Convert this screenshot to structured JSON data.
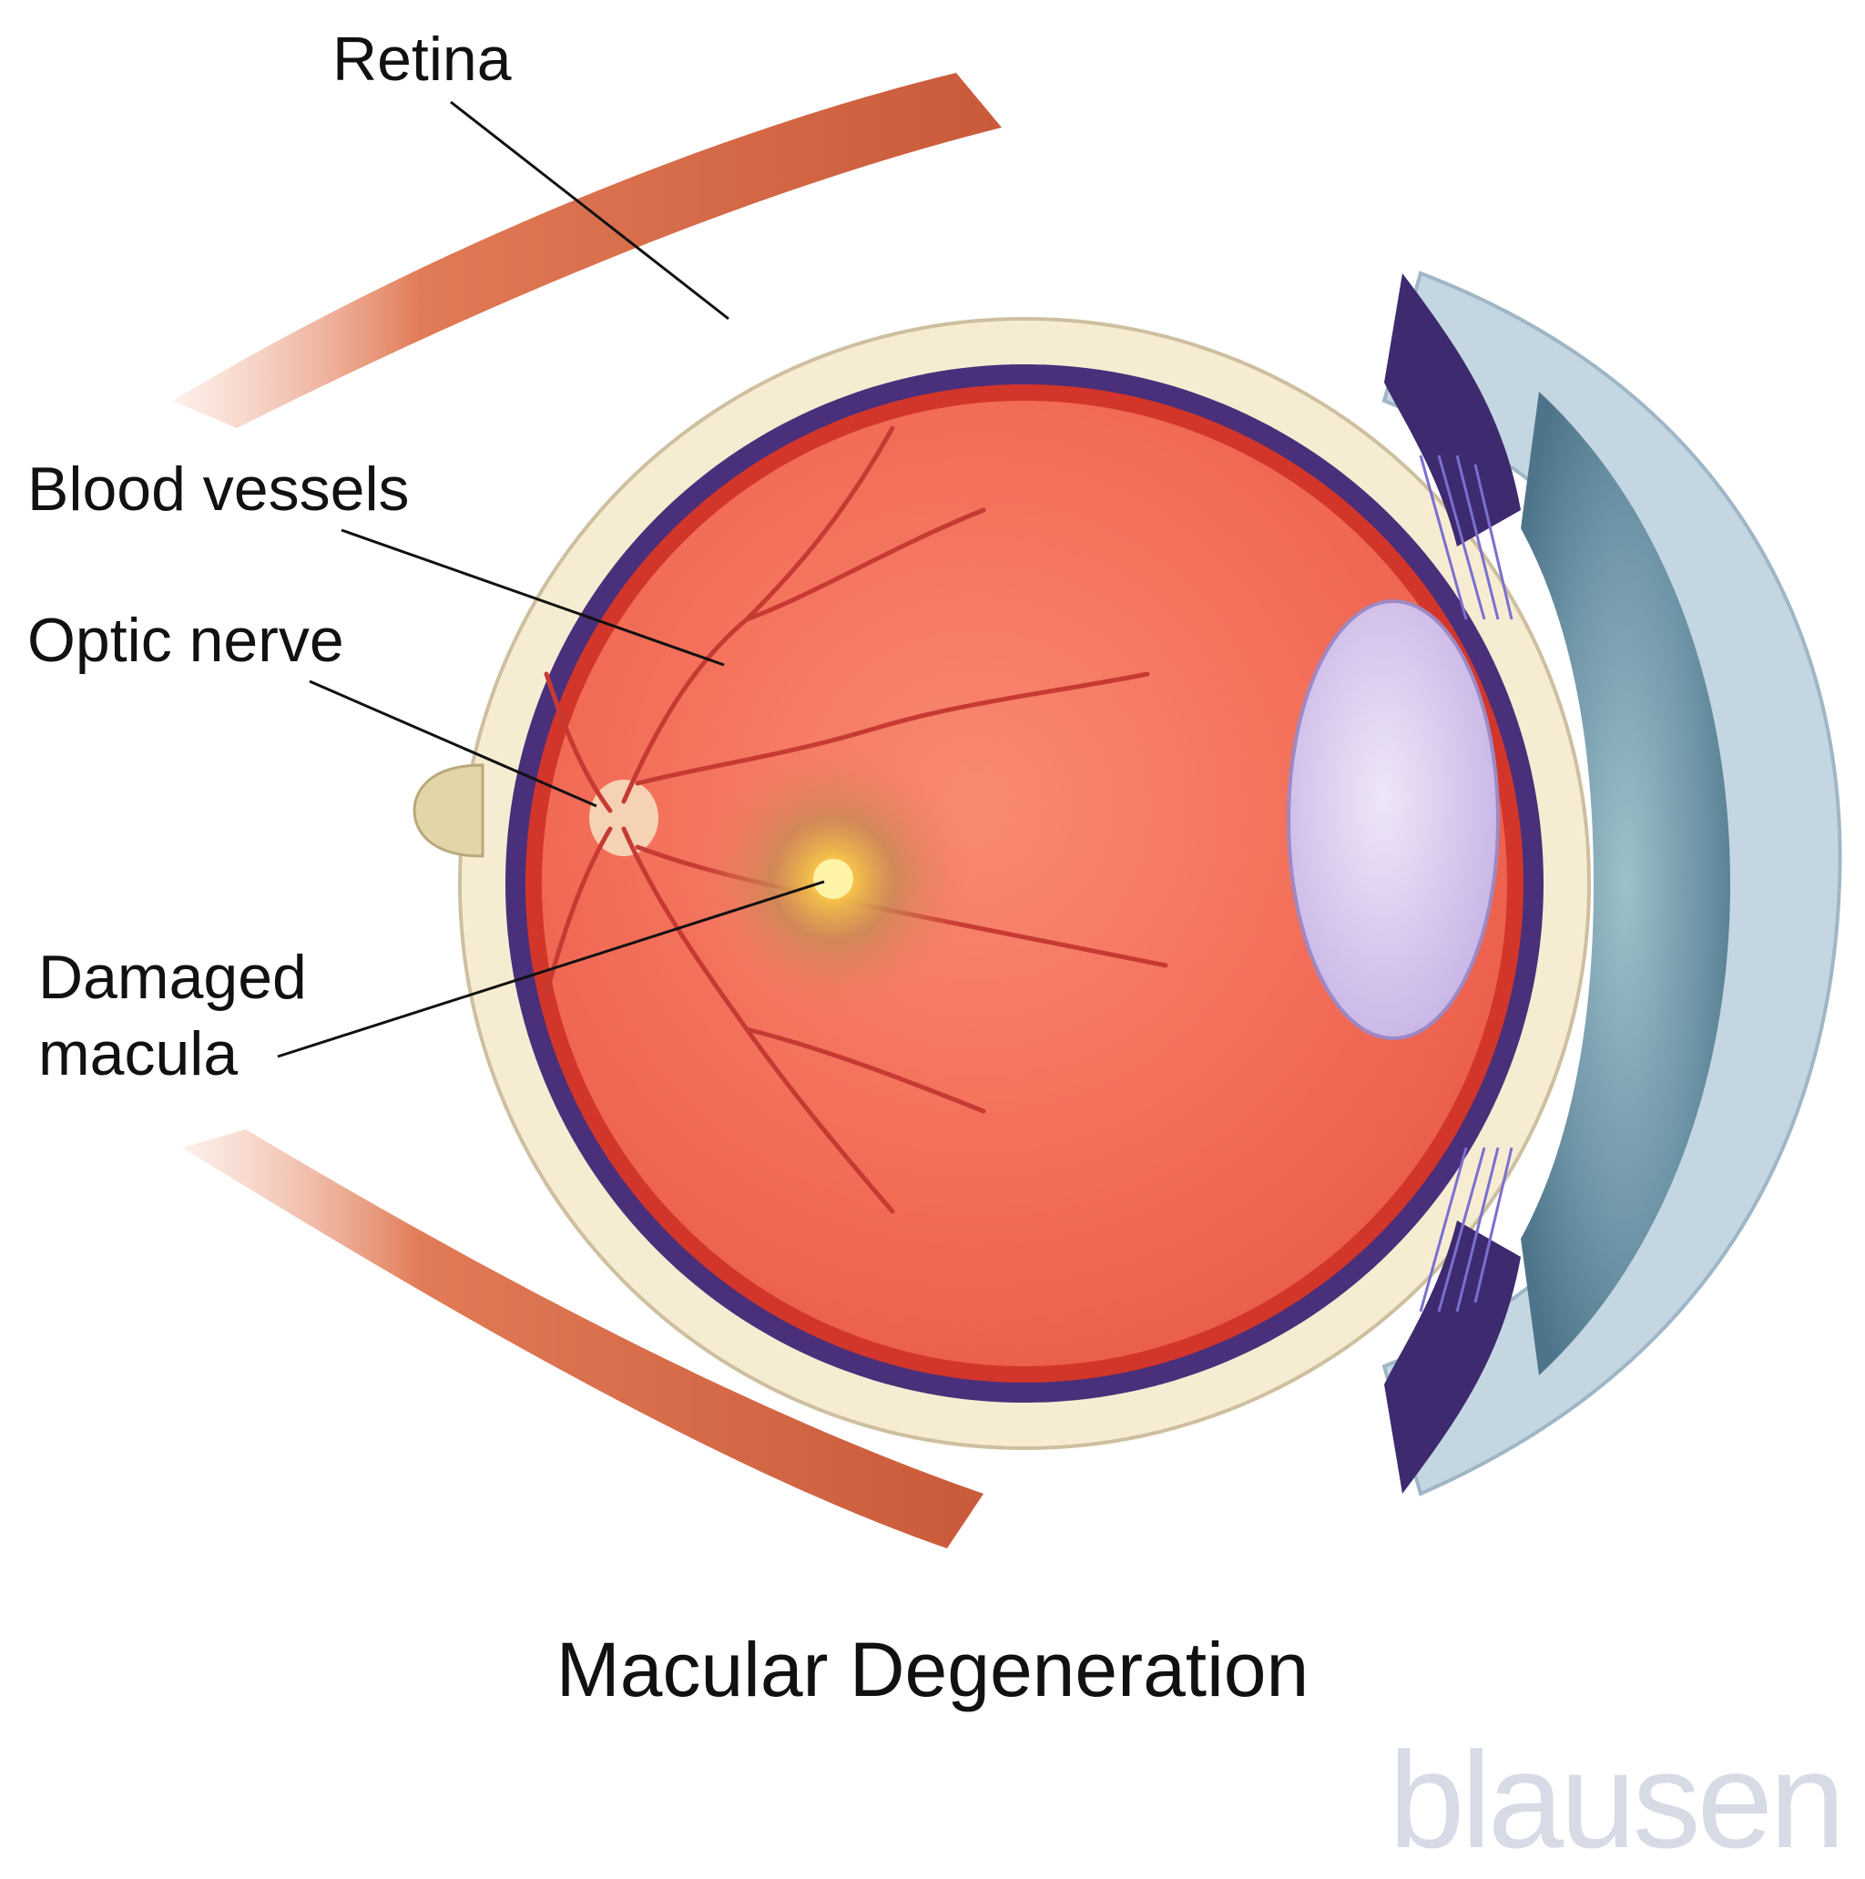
{
  "labels": {
    "retina": "Retina",
    "blood_vessels": "Blood vessels",
    "optic_nerve": "Optic nerve",
    "damaged_macula_line1": "Damaged",
    "damaged_macula_line2": "macula"
  },
  "title": "Macular Degeneration",
  "brand": "blausen",
  "colors": {
    "retina_interior": "#f06a55",
    "sclera": "#f6ecd2",
    "choroid": "#4a2f7a",
    "lens": "#d9c9ee",
    "iris": "#7aa3b4",
    "cornea": "#bfd3e0",
    "muscle": "#d56a48",
    "brand": "#d6dbe6"
  }
}
